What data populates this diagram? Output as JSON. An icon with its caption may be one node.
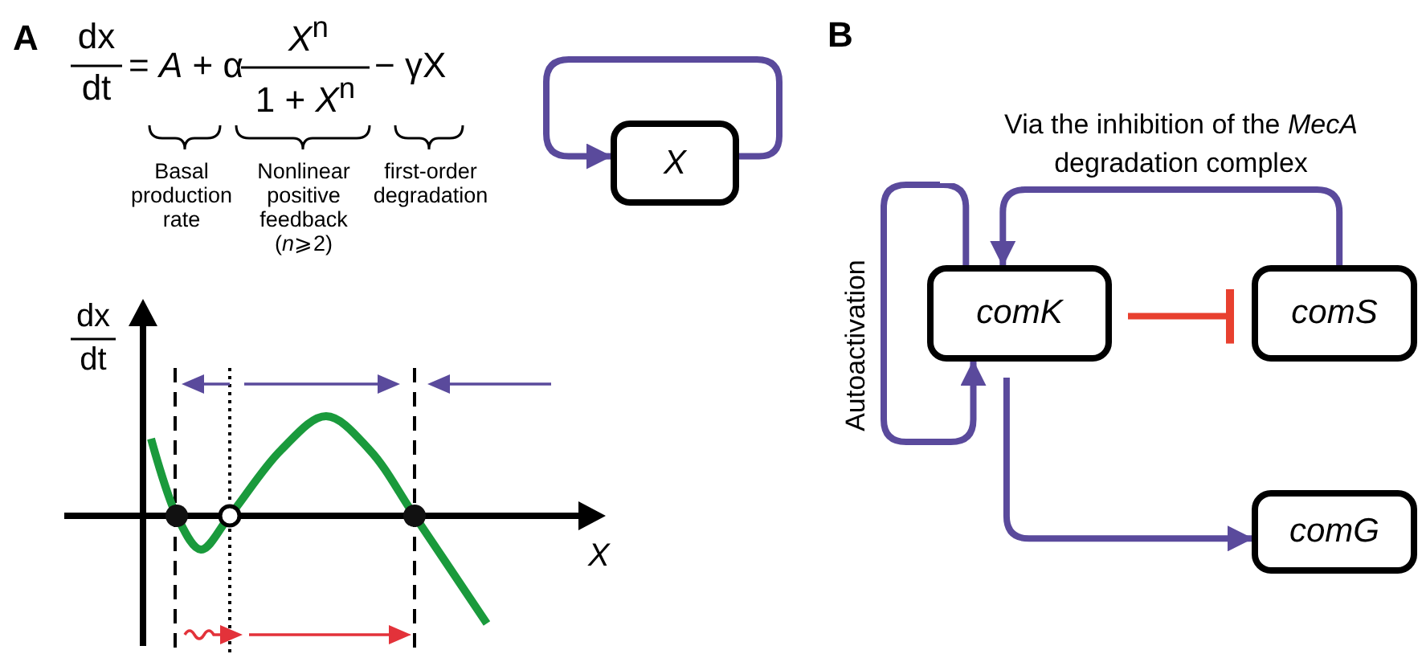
{
  "diagram": {
    "nodes": [
      {
        "text": [
          "X"
        ]
      },
      {
        "text": [
          "comK"
        ]
      },
      {
        "text": [
          "comS"
        ]
      },
      {
        "text": [
          "comG"
        ]
      }
    ],
    "edges": [
      {
        "from": 0,
        "to": 0,
        "arrow": "to"
      },
      {
        "from": 1,
        "to": 1,
        "arrow": "to",
        "label": "Autoactivation"
      },
      {
        "from": 2,
        "to": 1,
        "arrow": "to",
        "label": "Via the inhibition of the *MecA* degradation complex"
      },
      {
        "from": 1,
        "to": 2,
        "arrow": "other",
        "color": "#e8402f"
      },
      {
        "from": 1,
        "to": 3,
        "arrow": "to"
      }
    ],
    "labels": [
      "A",
      "dx",
      "dt",
      "= *A* + α",
      "*X*$^{n}$",
      "1 + *X*$^{n}$",
      "− γX",
      "Basal production rate",
      "Nonlinear positive feedback (*n*⩾2)",
      "first-order degradation",
      "dx",
      "dt",
      "*X*",
      "B"
    ]
  }
}
